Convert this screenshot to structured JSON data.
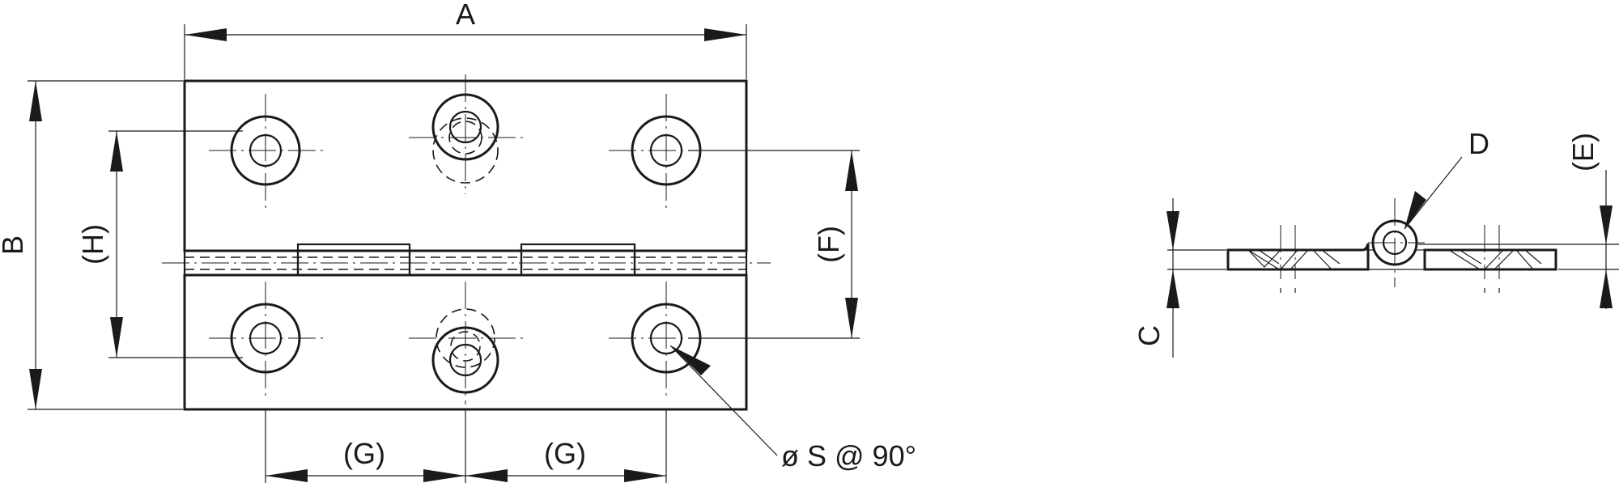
{
  "labels": {
    "a": "A",
    "b": "B",
    "c": "C",
    "d": "D",
    "e": "(E)",
    "f": "(F)",
    "g1": "(G)",
    "g2": "(G)",
    "h": "(H)",
    "s": "ø S @ 90°"
  }
}
